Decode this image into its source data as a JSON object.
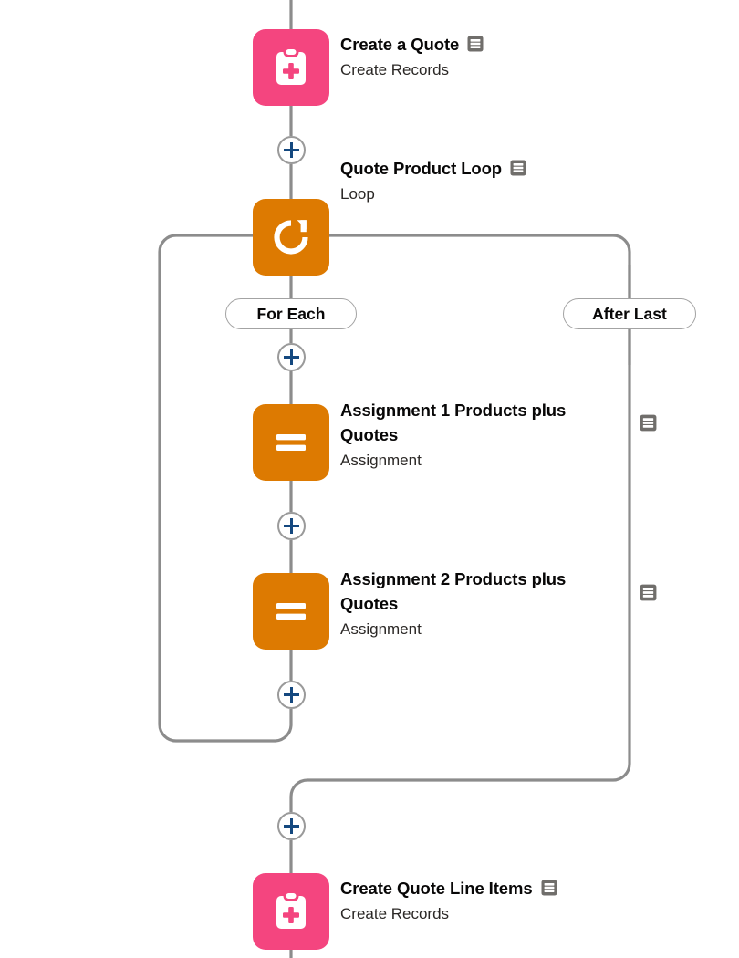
{
  "canvas": {
    "title": "Flow Builder Canvas",
    "connector_color": "#8c8c8c",
    "plus_color": "#14487F",
    "create_records_color": "#F4457F",
    "loop_color": "#DD7A01",
    "assignment_color": "#DD7A01",
    "description_icon_color": "#706E6B"
  },
  "nodes": [
    {
      "id": "create-a-quote",
      "title": "Create a Quote",
      "subtitle": "Create Records",
      "icon": "create-records-icon",
      "color": "#F4457F",
      "has_description_icon": true
    },
    {
      "id": "quote-product-loop",
      "title": "Quote Product Loop",
      "subtitle": "Loop",
      "icon": "loop-icon",
      "color": "#DD7A01",
      "has_description_icon": true
    },
    {
      "id": "assignment-1",
      "title": "Assignment 1 Products plus Quotes",
      "subtitle": "Assignment",
      "icon": "assignment-icon",
      "color": "#DD7A01",
      "has_description_icon": true
    },
    {
      "id": "assignment-2",
      "title": "Assignment 2 Products plus Quotes",
      "subtitle": "Assignment",
      "icon": "assignment-icon",
      "color": "#DD7A01",
      "has_description_icon": true
    },
    {
      "id": "create-quote-line-items",
      "title": "Create Quote Line Items",
      "subtitle": "Create Records",
      "icon": "create-records-icon",
      "color": "#F4457F",
      "has_description_icon": true
    }
  ],
  "branches": {
    "for_each_label": "For Each",
    "after_last_label": "After Last"
  },
  "add_buttons": [
    {
      "id": "add-after-create-a-quote",
      "label": "+"
    },
    {
      "id": "add-after-for-each",
      "label": "+"
    },
    {
      "id": "add-after-assignment-1",
      "label": "+"
    },
    {
      "id": "add-after-assignment-2",
      "label": "+"
    },
    {
      "id": "add-after-loop",
      "label": "+"
    }
  ]
}
